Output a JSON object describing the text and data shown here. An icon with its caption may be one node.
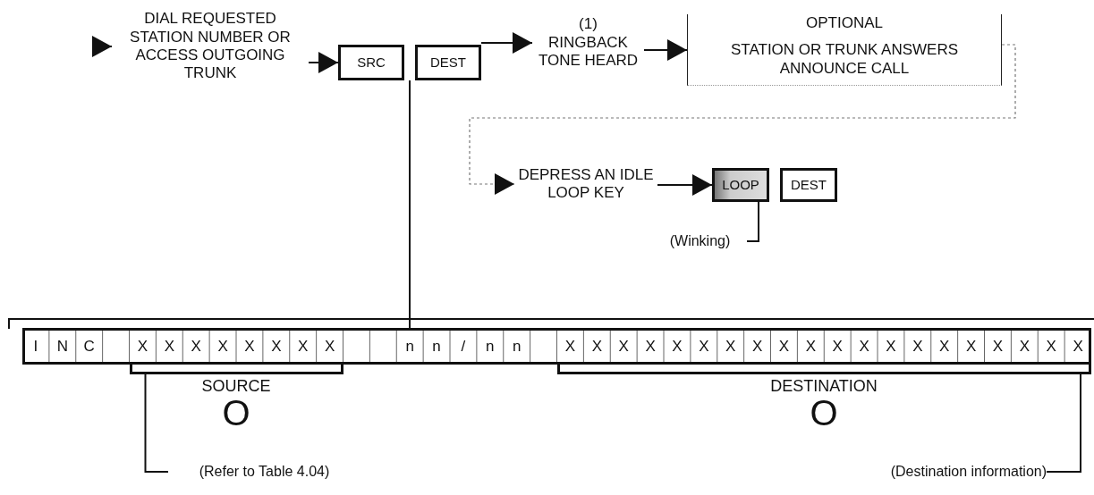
{
  "diagram": {
    "nodes": [
      {
        "text": [
          "DIAL REQUESTED STATION NUMBER OR ACCESS OUTGOING TRUNK"
        ]
      },
      {
        "text": [
          "SRC"
        ]
      },
      {
        "text": [
          "DEST"
        ]
      },
      {
        "text": [
          "(1)",
          "RINGBACK TONE HEARD"
        ]
      },
      {
        "text": [
          "OPTIONAL",
          "STATION OR TRUNK ANSWERS ANNOUNCE CALL"
        ]
      },
      {
        "text": [
          "DEPRESS AN IDLE LOOP KEY"
        ]
      },
      {
        "text": [
          "LOOP"
        ]
      },
      {
        "text": [
          "DEST"
        ]
      },
      {
        "text": [
          "(Winking)"
        ]
      },
      {
        "text": [],
        "shape": "box"
      },
      {
        "text": [],
        "shape": "bar"
      },
      {
        "text": [],
        "shape": "bar"
      },
      {
        "text": [
          "(Refer to Table 4.04)"
        ]
      },
      {
        "text": [
          "(Destination information)"
        ]
      }
    ],
    "edges": [
      {
        "from": null,
        "to": 0,
        "arrow": "to"
      },
      {
        "from": 0,
        "to": 1,
        "arrow": "to"
      },
      {
        "from": 2,
        "to": 3,
        "arrow": "to"
      },
      {
        "from": 3,
        "to": 4,
        "arrow": "to"
      },
      {
        "from": 4,
        "to": 5,
        "arrow": "to",
        "style": "dashed",
        "color": "#777777"
      },
      {
        "from": 5,
        "to": 6,
        "arrow": "to"
      },
      {
        "from": 8,
        "to": 6,
        "arrow": "none"
      },
      {
        "from": 1,
        "to": 9,
        "arrow": "none"
      },
      {
        "from": 2,
        "to": 9,
        "arrow": "none"
      },
      {
        "from": 12,
        "to": 10,
        "arrow": "none"
      },
      {
        "from": 13,
        "to": 11,
        "arrow": "none"
      }
    ],
    "labels": [
      "I",
      "N",
      "C",
      "X",
      "X",
      "X",
      "X",
      "X",
      "X",
      "X",
      "X",
      "n",
      "n",
      "/",
      "n",
      "n",
      "X",
      "X",
      "X",
      "X",
      "X",
      "X",
      "X",
      "X",
      "X",
      "X",
      "X",
      "X",
      "X",
      "X",
      "X",
      "X",
      "X",
      "X",
      "X",
      "X",
      "SOURCE",
      "O",
      "DESTINATION",
      "O"
    ]
  }
}
